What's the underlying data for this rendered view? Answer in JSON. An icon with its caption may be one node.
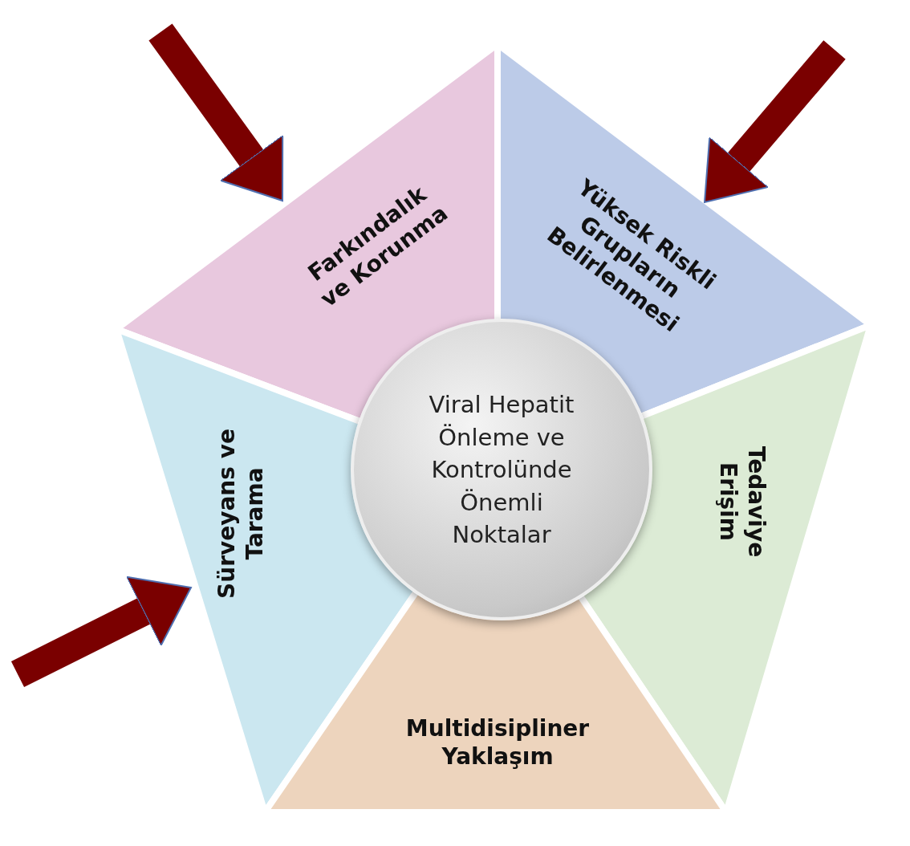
{
  "diagram": {
    "nodes": [
      {
        "text": [
          "Farkındalık ve Korunma"
        ]
      },
      {
        "text": [
          "Yüksek Riskli Grupların Belirlenmesi"
        ]
      },
      {
        "text": [
          "Viral Hepatit Önleme ve Kontrolünde Önemli Noktalar"
        ]
      },
      {
        "text": [
          "Sürveyans ve Tarama"
        ]
      },
      {
        "text": [
          "Tedaviye Erişim"
        ]
      },
      {
        "text": [
          "Multidisipliner Yaklaşım"
        ]
      }
    ],
    "edges": [
      {
        "from": null,
        "to": 0,
        "arrow": "to"
      },
      {
        "from": null,
        "to": 1,
        "arrow": "to"
      },
      {
        "from": null,
        "to": 3,
        "arrow": "to"
      }
    ]
  }
}
